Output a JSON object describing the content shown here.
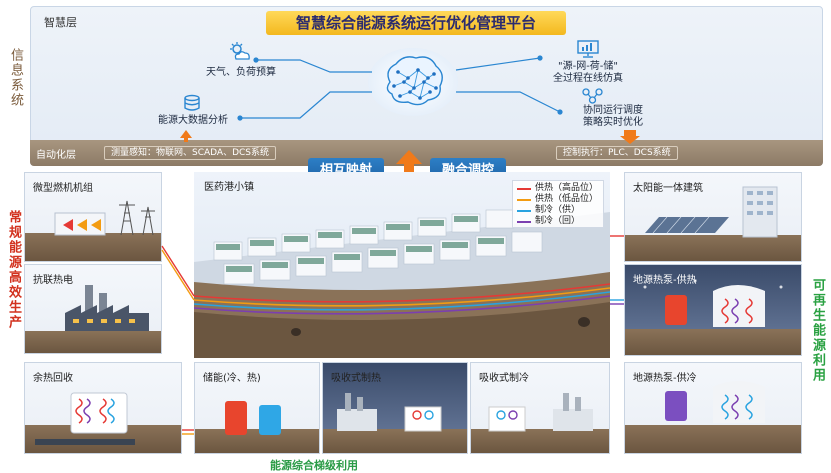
{
  "info_layer": {
    "side_label": "信息系统",
    "layer_name": "智慧层",
    "title": "智慧综合能源系统运行优化管理平台",
    "items": {
      "weather": "天气、负荷预算",
      "bigdata": "能源大数据分析",
      "sim": "\"源-网-荷-储\"全过程在线仿真",
      "sim_line1": "\"源-网-荷-储\"",
      "sim_line2": "全过程在线仿真",
      "dispatch_line1": "协同运行调度",
      "dispatch_line2": "策略实时优化"
    }
  },
  "auto_layer": {
    "name": "自动化层",
    "measure": "测量感知：物联网、SCADA、DCS系统",
    "control": "控制执行：PLC、DCS系统"
  },
  "mid_buttons": {
    "left": "相互映射",
    "right": "融合调控"
  },
  "left_side_label": "常规能源高效生产",
  "right_side_label": "可再生能源利用",
  "panels": {
    "gas_turbine": "微型燃机机组",
    "chp": "抗联热电",
    "waste_heat": "余热回收",
    "storage": "储能(冷、热)",
    "absorb_heat": "吸收式制热",
    "absorb_cool": "吸收式制冷",
    "solar": "太阳能一体建筑",
    "gshp_heat": "地源热泵-供热",
    "gshp_cool": "地源热泵-供冷",
    "town": "医药港小镇"
  },
  "legend": [
    {
      "label": "供热（高品位）",
      "color": "#e53935"
    },
    {
      "label": "供热（低品位）",
      "color": "#f39c12"
    },
    {
      "label": "制冷（供）",
      "color": "#29a3e0"
    },
    {
      "label": "制冷（回）",
      "color": "#7b3fb0"
    }
  ],
  "bottom_caption": "能源综合梯级利用",
  "colors": {
    "title_bg": "#f3b81e",
    "button_blue": "#1c5fa2",
    "arrow_orange": "#f07a1a",
    "left_label": "#d2321f",
    "right_label": "#2aa142"
  }
}
